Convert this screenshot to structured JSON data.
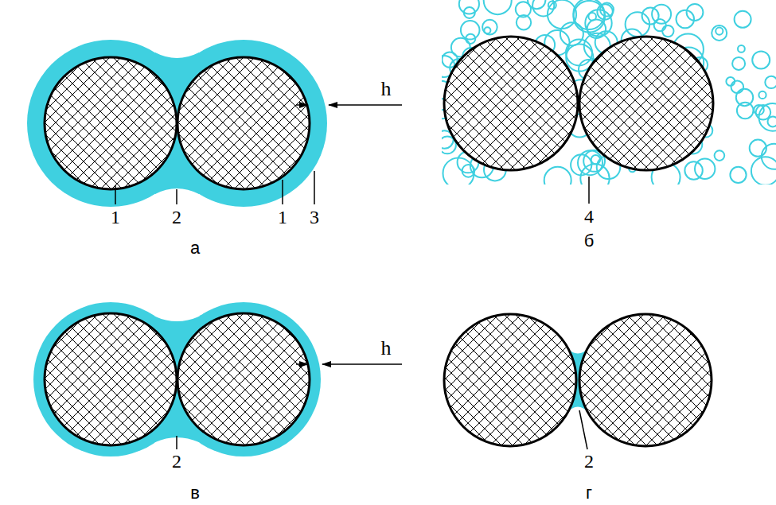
{
  "diagram": {
    "labels": [
      "h",
      "1",
      "2",
      "1",
      "3",
      "а",
      "4",
      "б",
      "h",
      "2",
      "в",
      "2",
      "г"
    ]
  }
}
